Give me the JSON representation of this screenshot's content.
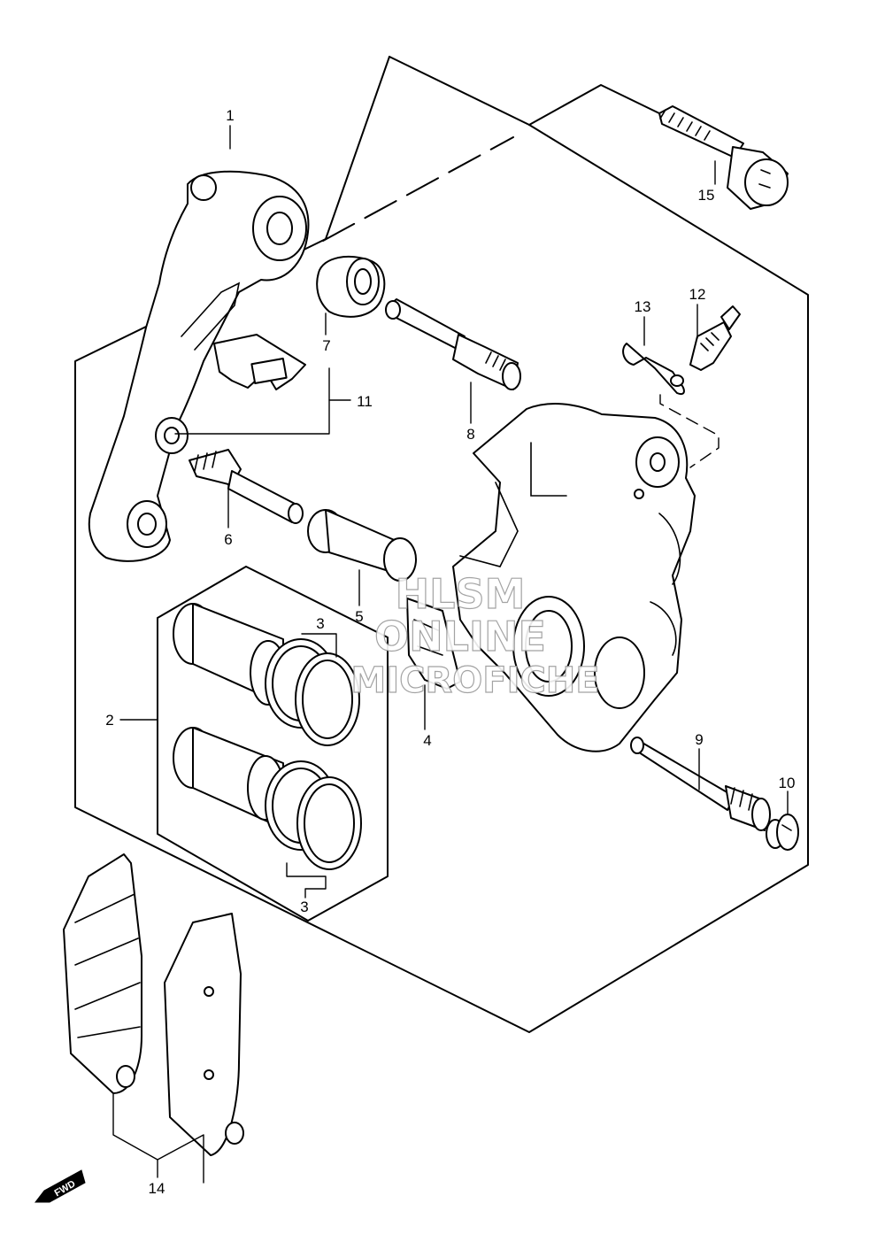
{
  "diagram": {
    "callouts": {
      "c1": "1",
      "c2": "2",
      "c3a": "3",
      "c3b": "3",
      "c4": "4",
      "c5": "5",
      "c6": "6",
      "c7": "7",
      "c8": "8",
      "c9": "9",
      "c10": "10",
      "c11": "11",
      "c12": "12",
      "c13": "13",
      "c14": "14",
      "c15": "15"
    },
    "direction_badge": "FWD"
  },
  "watermark": {
    "line1": "HLSM",
    "line2": "ONLINE",
    "line3": "MICROFICHE"
  }
}
